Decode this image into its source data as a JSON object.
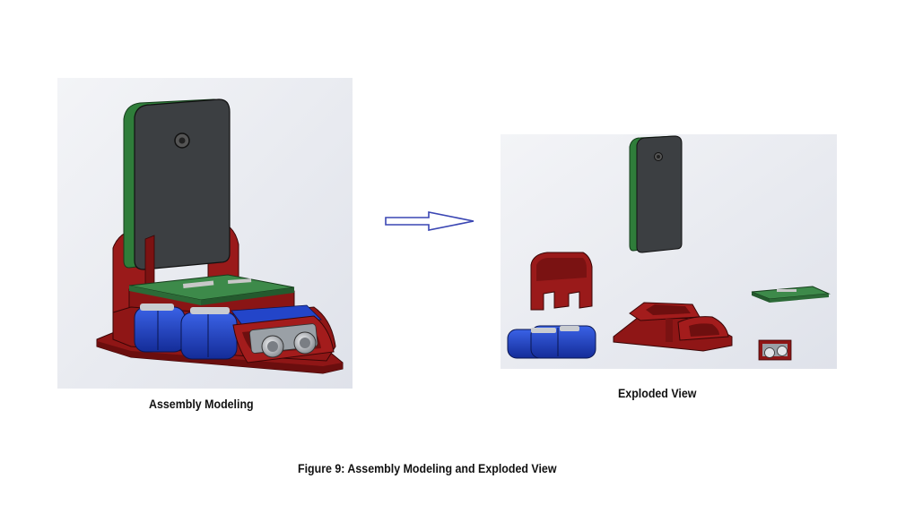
{
  "figure": {
    "assembly_label": "Assembly Modeling",
    "exploded_label": "Exploded View",
    "caption": "Figure 9: Assembly Modeling and Exploded View"
  },
  "colors": {
    "frame_red": "#8f1616",
    "phone_body": "#3c3f42",
    "phone_edge": "#2f7d3a",
    "pcb_green": "#3d8a4a",
    "battery_blue": "#1d3fc4",
    "sensor_silver": "#c9ccd1",
    "arrow_blue": "#3a46b3",
    "panel_background": "#e6e8ee"
  },
  "icons": {
    "arrow": "right-arrow-outline-icon"
  }
}
